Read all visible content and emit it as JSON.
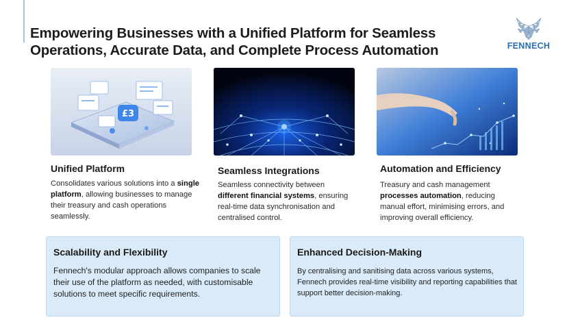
{
  "header": {
    "title": "Empowering Businesses with a Unified Platform for Seamless Operations, Accurate Data, and Complete Process Automation",
    "logo_text": "FENNECH"
  },
  "features": [
    {
      "title": "Unified Platform",
      "desc_pre": "Consolidates various solutions into a ",
      "desc_bold": "single platform",
      "desc_post": ", allowing businesses to manage their treasury and cash operations seamlessly."
    },
    {
      "title": "Seamless Integrations",
      "desc_pre": "Seamless connectivity between ",
      "desc_bold": "different financial systems",
      "desc_post": ", ensuring real-time data synchronisation and centralised control."
    },
    {
      "title": "Automation and Efficiency",
      "desc_pre": "Treasury and cash management ",
      "desc_bold": "processes automation",
      "desc_post": ", reducing manual effort, minimising errors, and improving overall efficiency."
    }
  ],
  "boxes": [
    {
      "title": "Scalability and Flexibility",
      "text": "Fennech's modular approach allows companies to scale their use of the platform as needed, with customisable solutions to meet specific requirements."
    },
    {
      "title": "Enhanced Decision-Making",
      "text": "By centralising and sanitising data across various systems, Fennech provides real-time visibility and reporting capabilities that support better decision-making."
    }
  ],
  "colors": {
    "accent": "#2a6fb0",
    "box_background": "#d9eaf8"
  },
  "icons": [
    "fennech-logo-icon"
  ]
}
